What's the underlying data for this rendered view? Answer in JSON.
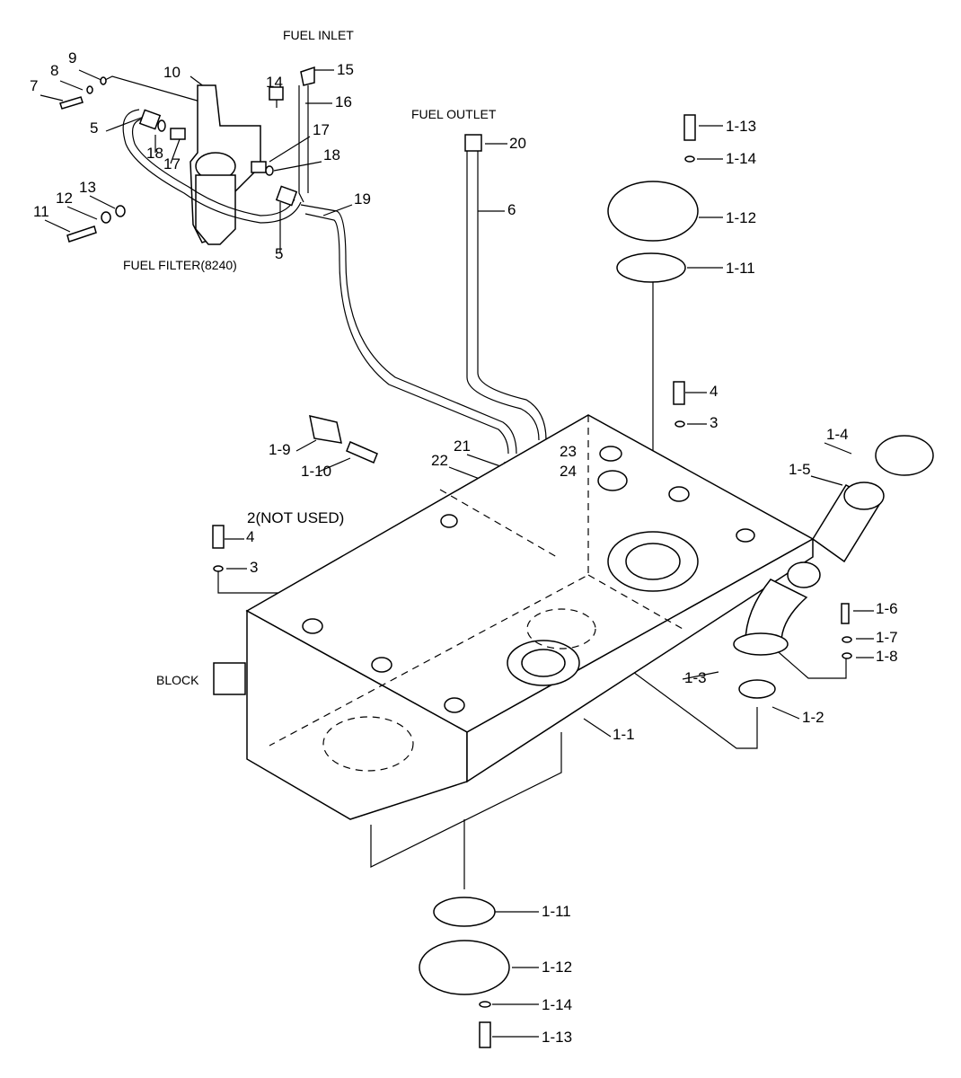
{
  "title": "Fuel tank and fuel filter exploded parts diagram",
  "captions": {
    "fuel_inlet": "FUEL INLET",
    "fuel_outlet": "FUEL OUTLET",
    "fuel_filter": "FUEL FILTER(8240)",
    "not_used": "2(NOT USED)",
    "block": "BLOCK"
  },
  "labels": [
    "15",
    "16",
    "14",
    "10",
    "9",
    "8",
    "7",
    "5",
    "18",
    "17",
    "17",
    "18",
    "13",
    "12",
    "11",
    "5",
    "19",
    "20",
    "6",
    "1-13",
    "1-14",
    "1-12",
    "1-11",
    "4",
    "3",
    "1-4",
    "1-5",
    "1-9",
    "1-10",
    "21",
    "22",
    "23",
    "24",
    "4",
    "3",
    "1-6",
    "1-7",
    "1-8",
    "1-3",
    "1-2",
    "1-1",
    "1-11",
    "1-12",
    "1-14",
    "1-13"
  ]
}
